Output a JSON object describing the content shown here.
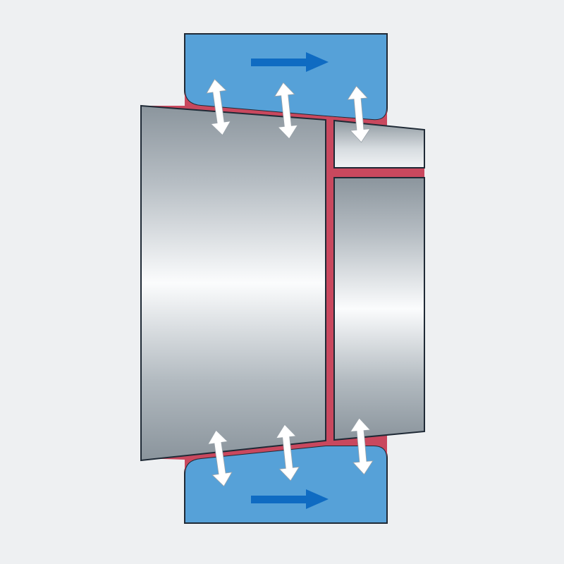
{
  "diagram": {
    "subject": "tapered-bore-bearing-cross-section",
    "colors": {
      "background": "#eef0f2",
      "outer_ring": "#56a1d8",
      "outer_ring_stroke": "#1f2a36",
      "oil_film": "#c9485e",
      "shaft_dark": "#8b959d",
      "shaft_light": "#fbfcfd",
      "outline": "#1f2a36",
      "flow_arrow": "#0f6bc2",
      "pressure_arrow": "#ffffff"
    },
    "icons": {
      "flow": "right-arrow-icon",
      "pressure": "double-arrow-icon"
    },
    "flow_arrows_count": 2,
    "pressure_arrows_count": 6
  }
}
